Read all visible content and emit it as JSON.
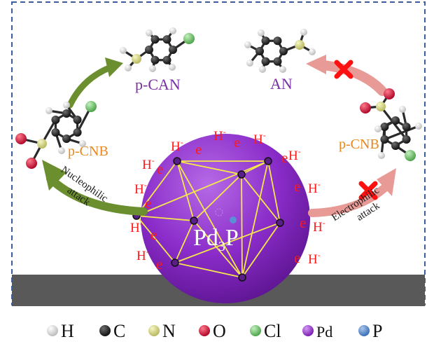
{
  "molecules": {
    "p_can": "p-CAN",
    "an": "AN",
    "p_cnb_left": "p-CNB",
    "p_cnb_right": "p-CNB"
  },
  "particle": {
    "label_main": "Pd",
    "label_sub": "3",
    "label_end": "P"
  },
  "arrows": {
    "left_l1": "Nucleophilic",
    "left_l2": "attack",
    "right_l1": "Electrophilic",
    "right_l2": "attack"
  },
  "species": {
    "hydride": "H",
    "hydride_charge": "-",
    "electron": "e"
  },
  "legend": [
    {
      "symbol": "H",
      "color": "#f2f2f2",
      "edge": "#8a8a8a"
    },
    {
      "symbol": "C",
      "color": "#2b2b2b",
      "edge": "#000000"
    },
    {
      "symbol": "N",
      "color": "#e4e48c",
      "edge": "#8a8a40"
    },
    {
      "symbol": "O",
      "color": "#d9143a",
      "edge": "#7a0a1f"
    },
    {
      "symbol": "Cl",
      "color": "#7fd07a",
      "edge": "#3e8a3a"
    },
    {
      "symbol": "Pd",
      "color": "#9b2fd6",
      "edge": "#5a167e"
    },
    {
      "symbol": "P",
      "color": "#5b8fd6",
      "edge": "#2f5a94"
    }
  ],
  "colors": {
    "red_text": "#ff1a1a",
    "orange_text": "#e8871e",
    "purple_text": "#7a2fa3",
    "green_arrow": "#6b8e2f",
    "pink_arrow": "#e89a96",
    "block_cross": "#ff1010",
    "support": "#595959",
    "frame": "#3b5fa0",
    "lattice": "#f5e84a"
  }
}
